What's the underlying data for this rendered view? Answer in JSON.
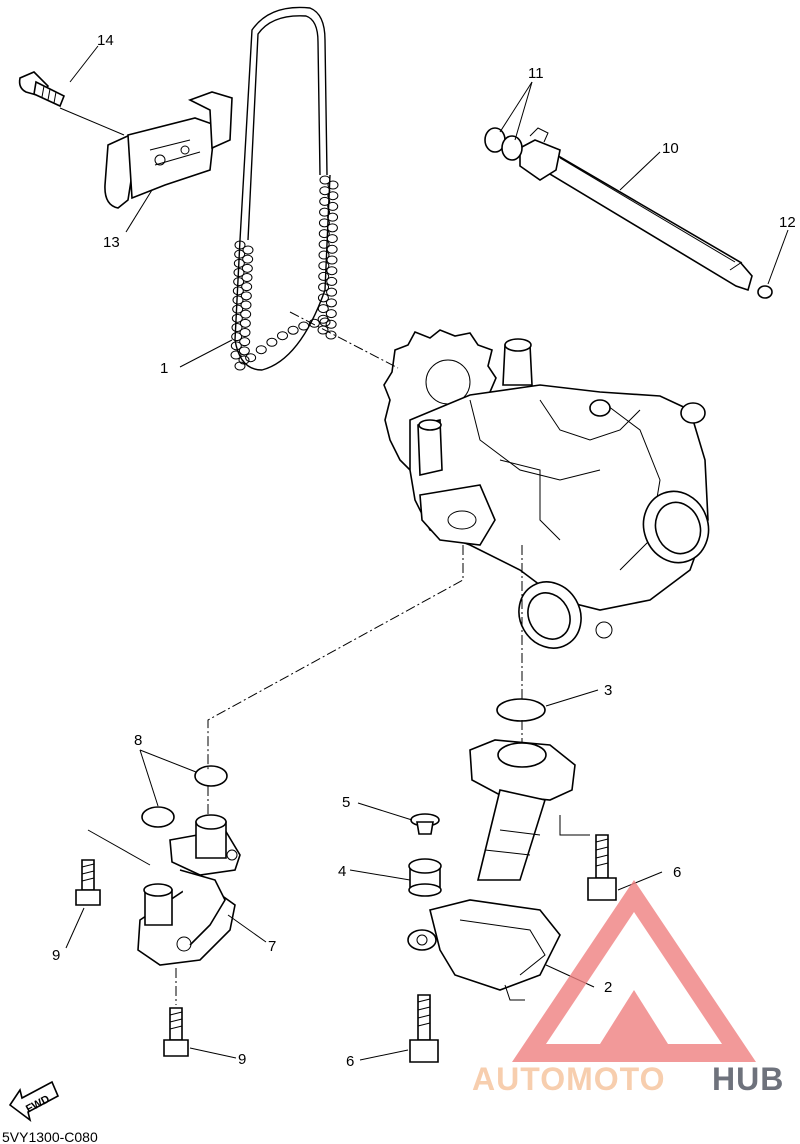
{
  "diagram": {
    "code": "5VY1300-C080",
    "fwd_label": "FWD",
    "callouts": {
      "c1": "1",
      "c2": "2",
      "c3": "3",
      "c4": "4",
      "c5": "5",
      "c6a": "6",
      "c6b": "6",
      "c7": "7",
      "c8": "8",
      "c9a": "9",
      "c9b": "9",
      "c10": "10",
      "c11": "11",
      "c12": "12",
      "c13": "13",
      "c14": "14"
    }
  },
  "watermark": {
    "part1": "AUTOMOTO",
    "part2": "HUB",
    "colors": {
      "light": "#f6c29b",
      "dark": "#4a4f5c",
      "triangle": "#f08080"
    }
  }
}
